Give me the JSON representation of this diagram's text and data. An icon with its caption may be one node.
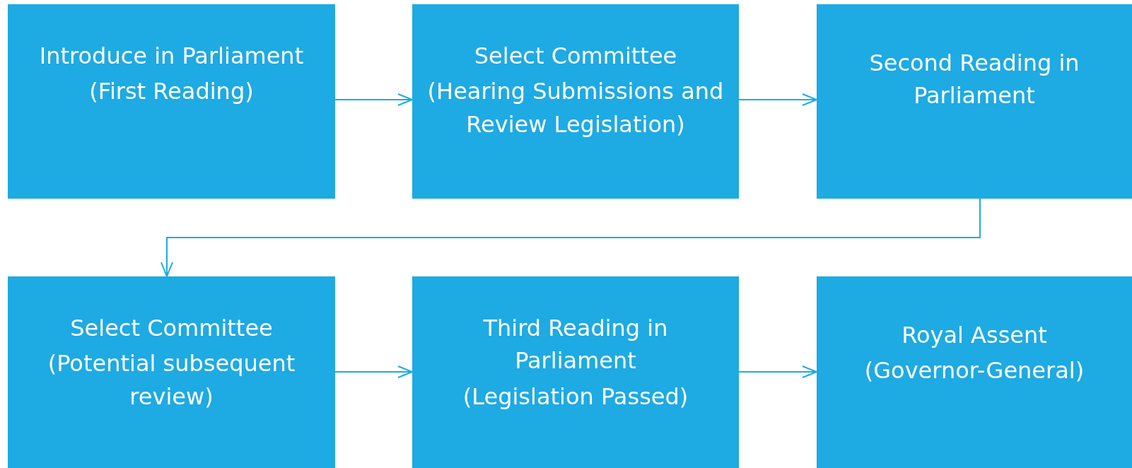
{
  "diagram": {
    "nodes": [
      {
        "text": [
          "Introduce in Parliament",
          "(First Reading)"
        ]
      },
      {
        "text": [
          "Select Committee",
          "(Hearing Submissions and Review Legislation)"
        ]
      },
      {
        "text": [
          "Second Reading in Parliament"
        ]
      },
      {
        "text": [
          "Select Committee",
          "(Potential subsequent review)"
        ]
      },
      {
        "text": [
          "Third Reading in Parliament",
          "(Legislation Passed)"
        ]
      },
      {
        "text": [
          "Royal Assent",
          "(Governor-General)"
        ]
      }
    ],
    "edges": [
      {
        "from": 0,
        "to": 1,
        "arrow": "to"
      },
      {
        "from": 1,
        "to": 2,
        "arrow": "to"
      },
      {
        "from": 2,
        "to": 3,
        "arrow": "to"
      },
      {
        "from": 3,
        "to": 4,
        "arrow": "to"
      },
      {
        "from": 4,
        "to": 5,
        "arrow": "to"
      }
    ]
  }
}
